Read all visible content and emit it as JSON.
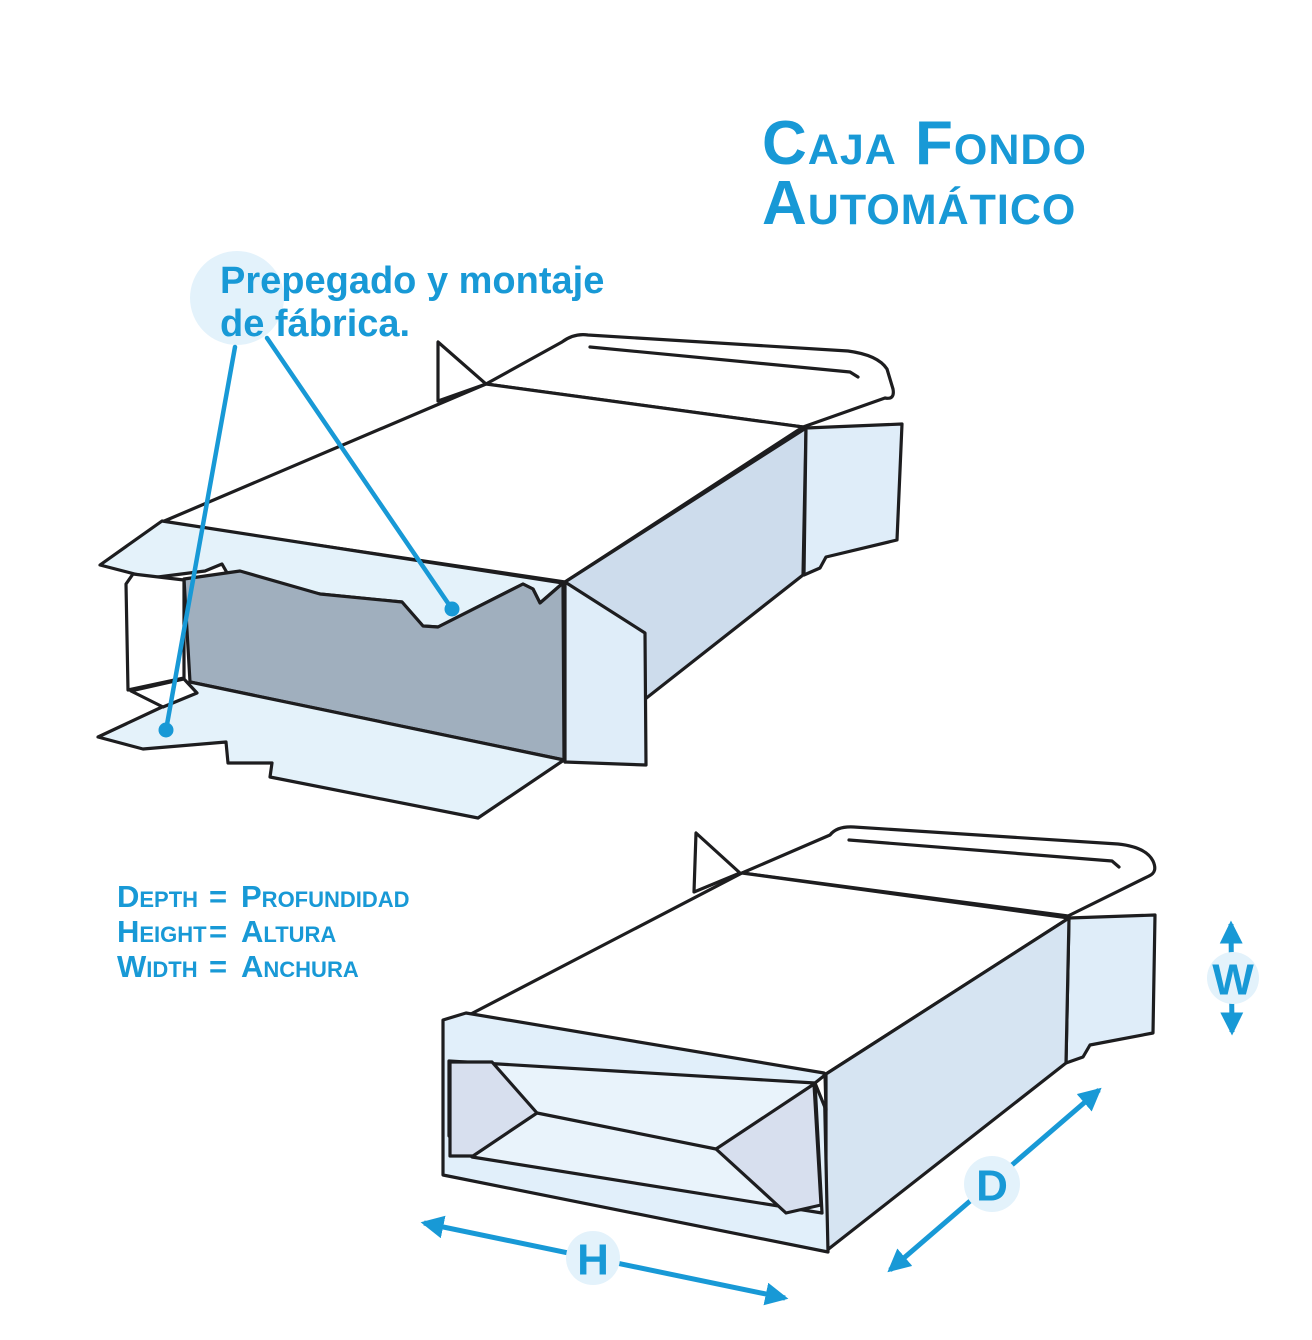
{
  "title": {
    "line1": "Caja Fondo",
    "line2": "Automático"
  },
  "callout": {
    "line1": "Prepegado y montaje",
    "line2": "de fábrica."
  },
  "legend": {
    "rows": [
      {
        "term": "Depth",
        "eq": "=",
        "translation": "Profundidad"
      },
      {
        "term": "Height",
        "eq": "=",
        "translation": "Altura"
      },
      {
        "term": "Width",
        "eq": "=",
        "translation": "Anchura"
      }
    ]
  },
  "dimensions": {
    "height_label": "H",
    "depth_label": "D",
    "width_label": "W"
  },
  "colors": {
    "accent": "#1899d6",
    "line": "#1d1d1f",
    "paper": "#ffffff",
    "flapPale": "#e4f2fa",
    "steel": "#cddcec",
    "panelPale": "#dfedf9",
    "interior": "#a0afbe",
    "sidePanel": "#d6e4f2",
    "frontFrame": "#e1effa",
    "innerOpen": "#e9f3fb",
    "triFill": "#d7dfee",
    "circleFill": "#e3f2fb"
  }
}
